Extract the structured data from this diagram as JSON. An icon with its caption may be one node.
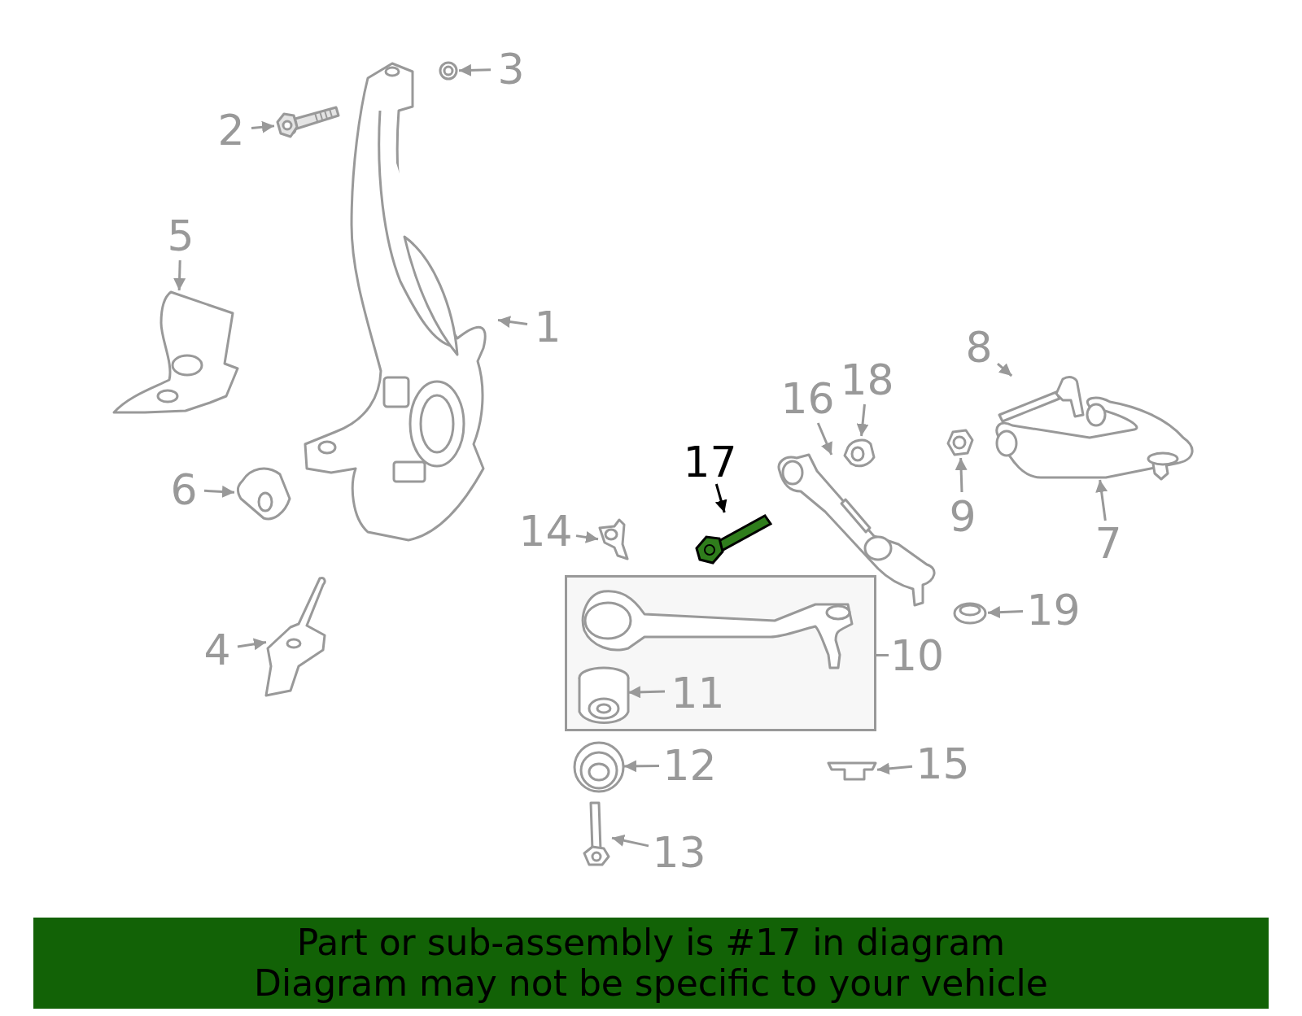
{
  "diagram": {
    "nodes": [
      {
        "text": [
          "1"
        ]
      },
      {
        "text": [],
        "shape": "picture"
      },
      {
        "text": [
          "2"
        ]
      },
      {
        "text": [],
        "shape": "picture"
      },
      {
        "text": [
          "3"
        ]
      },
      {
        "text": [],
        "shape": "picture"
      },
      {
        "text": [
          "4"
        ]
      },
      {
        "text": [],
        "shape": "picture"
      },
      {
        "text": [
          "5"
        ]
      },
      {
        "text": [],
        "shape": "picture"
      },
      {
        "text": [
          "6"
        ]
      },
      {
        "text": [],
        "shape": "picture"
      },
      {
        "text": [
          "7"
        ]
      },
      {
        "text": [],
        "shape": "picture"
      },
      {
        "text": [
          "8"
        ]
      },
      {
        "text": [],
        "shape": "picture"
      },
      {
        "text": [
          "9"
        ]
      },
      {
        "text": [],
        "shape": "picture"
      },
      {
        "text": [
          "10"
        ]
      },
      {
        "text": [],
        "shape": "box"
      },
      {
        "text": [],
        "shape": "picture",
        "in": 19
      },
      {
        "text": [
          "11"
        ],
        "in": 19
      },
      {
        "text": [],
        "shape": "picture",
        "in": 19
      },
      {
        "text": [
          "12"
        ]
      },
      {
        "text": [],
        "shape": "picture"
      },
      {
        "text": [
          "13"
        ]
      },
      {
        "text": [],
        "shape": "picture"
      },
      {
        "text": [
          "14"
        ]
      },
      {
        "text": [],
        "shape": "picture"
      },
      {
        "text": [
          "15"
        ]
      },
      {
        "text": [],
        "shape": "picture"
      },
      {
        "text": [
          "16"
        ]
      },
      {
        "text": [],
        "shape": "picture"
      },
      {
        "text": [
          "17"
        ]
      },
      {
        "text": [],
        "shape": "picture"
      },
      {
        "text": [
          "18"
        ]
      },
      {
        "text": [],
        "shape": "picture"
      },
      {
        "text": [
          "19"
        ]
      },
      {
        "text": [],
        "shape": "picture"
      }
    ],
    "edges": [
      {
        "from": 0,
        "to": 1,
        "arrow": "to"
      },
      {
        "from": 2,
        "to": 3,
        "arrow": "to"
      },
      {
        "from": 4,
        "to": 5,
        "arrow": "to"
      },
      {
        "from": 6,
        "to": 7,
        "arrow": "to"
      },
      {
        "from": 8,
        "to": 9,
        "arrow": "to"
      },
      {
        "from": 10,
        "to": 11,
        "arrow": "to"
      },
      {
        "from": 12,
        "to": 13,
        "arrow": "to"
      },
      {
        "from": 14,
        "to": 15,
        "arrow": "to"
      },
      {
        "from": 16,
        "to": 17,
        "arrow": "to"
      },
      {
        "from": 18,
        "to": 19,
        "arrow": "none"
      },
      {
        "from": 21,
        "to": 22,
        "arrow": "to"
      },
      {
        "from": 23,
        "to": 24,
        "arrow": "to"
      },
      {
        "from": 25,
        "to": 26,
        "arrow": "to"
      },
      {
        "from": 27,
        "to": 28,
        "arrow": "to"
      },
      {
        "from": 29,
        "to": 30,
        "arrow": "to"
      },
      {
        "from": 31,
        "to": 32,
        "arrow": "to"
      },
      {
        "from": 33,
        "to": 34,
        "arrow": "to",
        "color": "#000000"
      },
      {
        "from": 35,
        "to": 36,
        "arrow": "to"
      },
      {
        "from": 37,
        "to": 38,
        "arrow": "to"
      }
    ],
    "labels": [
      "Part or sub-assembly is #17 in diagram",
      "Diagram may not be specific to your vehicle"
    ]
  }
}
